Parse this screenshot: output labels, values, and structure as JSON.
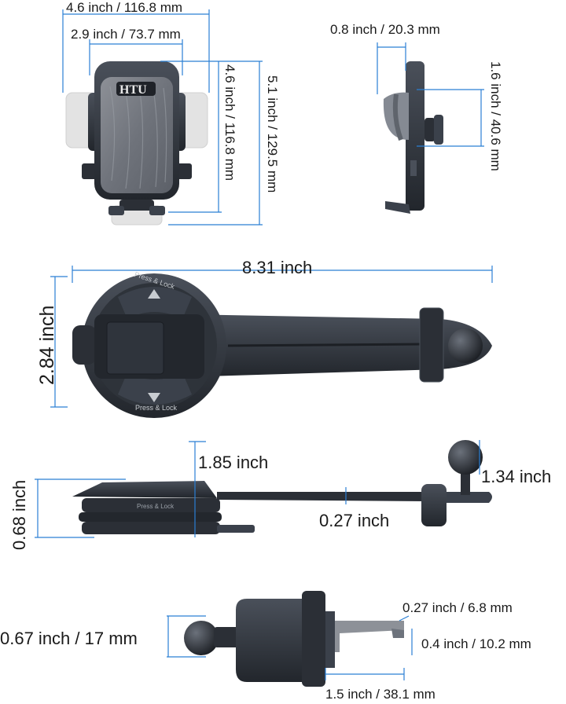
{
  "colors": {
    "dimension_line": "#2a7fd4",
    "product_dark": "#2b2f36",
    "product_mid": "#3b414b",
    "product_gray": "#6d737c",
    "ghost_gray": "#dcdcdc"
  },
  "views": {
    "front_holder": {
      "brand": "HTU",
      "width_outer": "4.6 inch / 116.8 mm",
      "width_inner": "2.9 inch / 73.7 mm",
      "height_inner": "4.6 inch / 116.8 mm",
      "height_outer": "5.1 inch / 129.5 mm"
    },
    "side_holder": {
      "depth": "0.8 inch / 20.3 mm",
      "height": "1.6 inch / 40.6 mm"
    },
    "top_base": {
      "length": "8.31 inch",
      "width": "2.84 inch",
      "press_lock_top": "Press & Lock",
      "press_lock_bottom": "Press & Lock"
    },
    "side_base": {
      "ball_height": "1.85 inch",
      "ball_diameter": "1.34 inch",
      "arm_thickness": "0.27 inch",
      "base_height": "0.68 inch",
      "press_lock": "Press & Lock"
    },
    "vent_clip": {
      "ball_size": "0.67 inch / 17 mm",
      "hook_thickness": "0.27 inch / 6.8 mm",
      "clip_gap": "0.4 inch / 10.2 mm",
      "clip_length": "1.5 inch / 38.1 mm"
    }
  }
}
